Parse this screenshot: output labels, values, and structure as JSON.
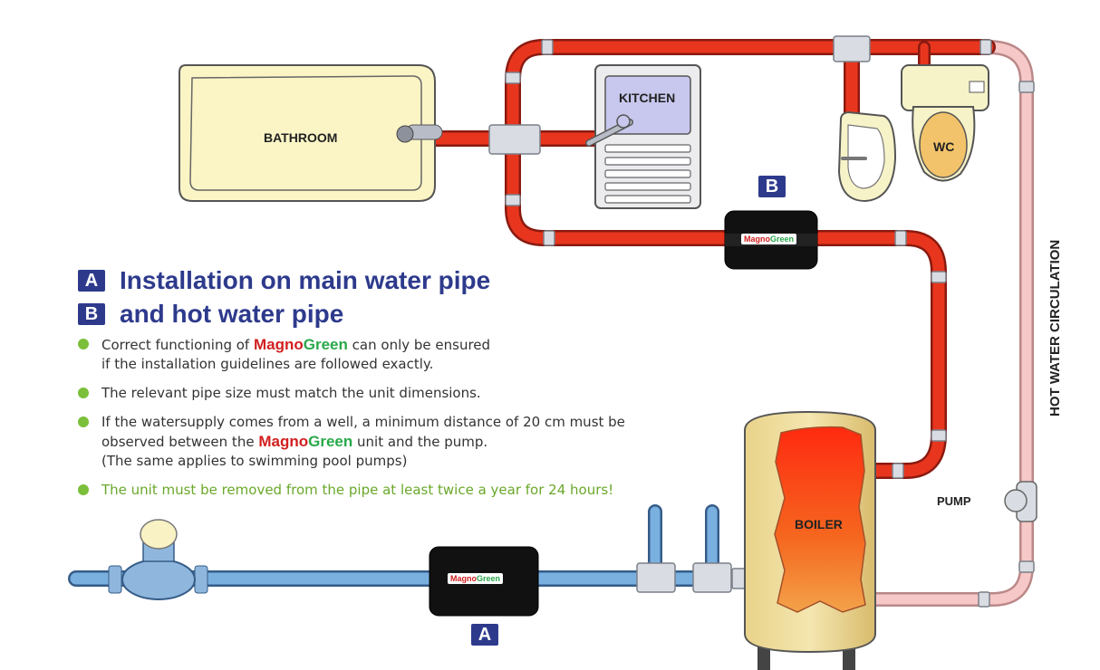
{
  "labels": {
    "bathroom": "BATHROOM",
    "kitchen": "KITCHEN",
    "wc": "WC",
    "boiler": "BOILER",
    "pump": "PUMP",
    "hot_water_circulation": "HOT WATER CIRCULATION"
  },
  "badges": {
    "a": "A",
    "b": "B"
  },
  "title": {
    "line1": "Installation on main water pipe",
    "line2": "and hot water pipe"
  },
  "brand": {
    "magno": "MagnoGreen",
    "part1": "Magno",
    "part2": "Green"
  },
  "bullets": {
    "b1_before": "Correct functioning of ",
    "b1_after": " can only be ensured",
    "b1_line2": "if the installation guidelines are followed exactly.",
    "b2": "The relevant pipe size must match the unit dimensions.",
    "b3_line1": "If the watersupply comes from a well, a minimum distance of 20 cm must be",
    "b3_before": "observed between the ",
    "b3_after": " unit and the pump.",
    "b3_line3": "(The same applies to swimming pool pumps)",
    "b4": "The unit must be removed from the pipe at least twice a year for 24 hours!"
  },
  "colors": {
    "hot_pipe": "#e8361e",
    "cold_pipe": "#7ab0e0",
    "circulation_pipe": "#f6c8c8",
    "badge": "#2d3a8c",
    "title": "#2d3a8c",
    "bullet_dot": "#7bbf3a",
    "brand_red": "#d11f1f",
    "brand_green": "#2aa84a"
  }
}
